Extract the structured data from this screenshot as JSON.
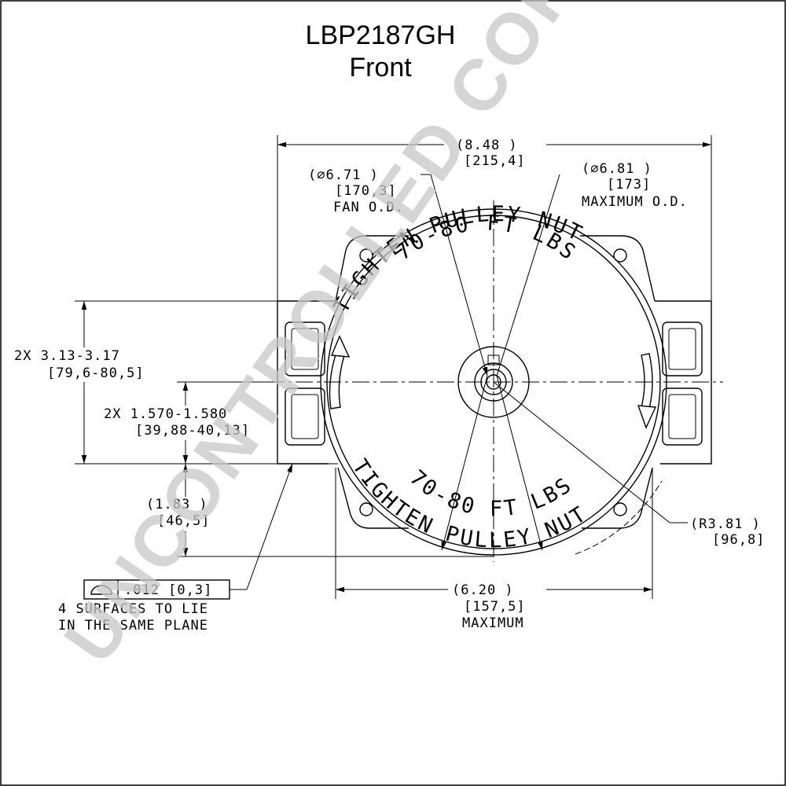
{
  "title": "LBP2187GH",
  "subtitle": "Front",
  "watermark": "UNCONTROLLED COPY",
  "arc_labels": {
    "top_outer": "TIGHTEN PULLEY NUT",
    "top_inner": "70-80 FT LBS",
    "bottom_outer": "TIGHTEN PULLEY NUT",
    "bottom_inner": "70-80 FT LBS"
  },
  "dimensions": {
    "overall_width": {
      "value": "(8.48    )",
      "metric": "[215,4]"
    },
    "fan_od": {
      "value": "(∅6.71    )",
      "metric": "[170,3]",
      "note": "FAN O.D."
    },
    "max_od": {
      "value": "(∅6.81 )",
      "metric": "[173]",
      "note": "MAXIMUM O.D."
    },
    "mount_spread": {
      "value": "2X 3.13-3.17",
      "metric": "[79,6-80,5]"
    },
    "mount_offset": {
      "value": "2X 1.570-1.580",
      "metric": "[39,88-40,13]"
    },
    "lower_height": {
      "value": "(1.83    )",
      "metric": "[46,5]"
    },
    "radius": {
      "value": "(R3.81    )",
      "metric": "[96,8]"
    },
    "bottom_width": {
      "value": "(6.20      )",
      "metric": "[157,5]",
      "note": "MAXIMUM"
    }
  },
  "flatness": {
    "tolerance": ".012 [0,3]",
    "note_line1": "4 SURFACES TO LIE",
    "note_line2": "IN THE SAME PLANE"
  }
}
